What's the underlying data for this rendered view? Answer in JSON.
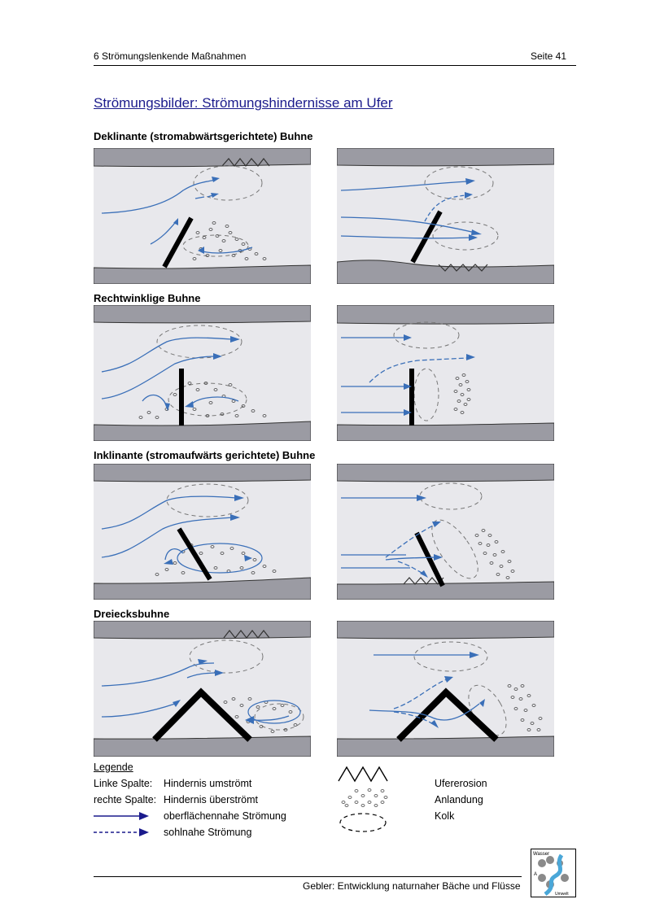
{
  "header": {
    "left": "6   Strömungslenkende Maßnahmen",
    "right": "Seite 41"
  },
  "title": "Strömungsbilder:  Strömungshindernisse am Ufer",
  "sections": [
    {
      "label": "Deklinante (stromabwärtsgerichtete) Buhne"
    },
    {
      "label": "Rechtwinklige Buhne"
    },
    {
      "label": "Inklinante (stromaufwärts gerichtete) Buhne"
    },
    {
      "label": "Dreiecksbuhne"
    }
  ],
  "legend": {
    "heading": "Legende",
    "left_col_label": "Linke Spalte:",
    "left_col_text": "Hindernis umströmt",
    "right_col_label": "rechte Spalte:",
    "right_col_text": "Hindernis überströmt",
    "surface_flow": "oberflächennahe Strömung",
    "bed_flow": "sohlnahe Strömung",
    "erosion": "Ufererosion",
    "deposit": "Anlandung",
    "scour": "Kolk"
  },
  "footer": {
    "text": "Gebler: Entwicklung naturnaher Bäche und Flüsse"
  },
  "logo": {
    "top_text": "Wasser",
    "bottom_text": "Umwelt",
    "letter": "A"
  },
  "colors": {
    "flow": "#3a6fb8",
    "bank": "#9b9ba3",
    "water": "#e8e8ec",
    "title": "#1b1b8c",
    "legend_arrow": "#1a1a8c"
  }
}
